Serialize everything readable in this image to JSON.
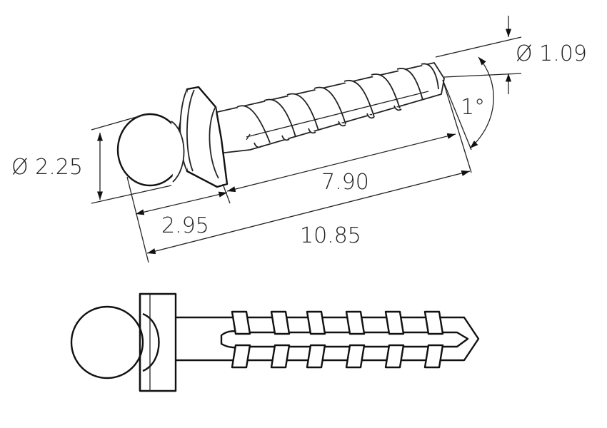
{
  "dimensions": {
    "head_diameter": "Ø 2.25",
    "shank_diameter": "Ø 1.09",
    "thread_length": "7.90",
    "head_length": "2.95",
    "total_length": "10.85",
    "tip_angle": "1°"
  }
}
